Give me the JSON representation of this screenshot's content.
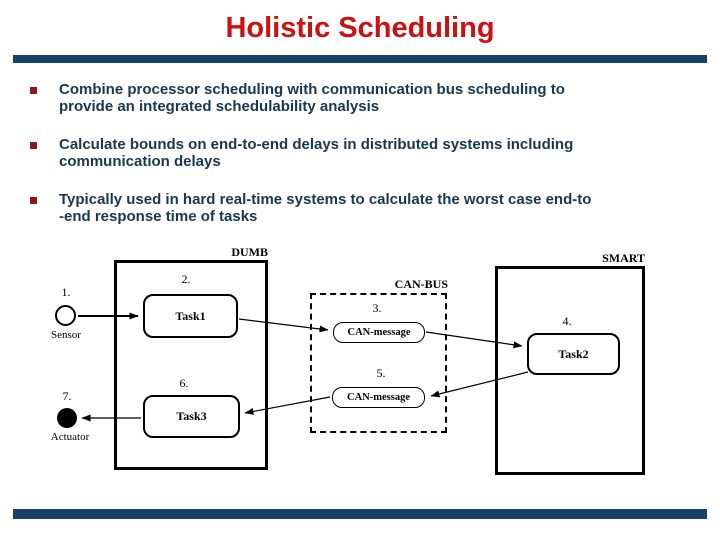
{
  "slide": {
    "title": "Holistic Scheduling",
    "bullets": [
      {
        "line1": "Combine processor scheduling with communication bus scheduling to",
        "line2": "provide an integrated schedulability analysis"
      },
      {
        "line1": "Calculate bounds on end-to-end delays in distributed systems including",
        "line2": "communication delays"
      },
      {
        "line1": "Typically used in hard real-time systems to calculate the worst case end-to",
        "line2": "-end response time of tasks"
      }
    ]
  },
  "diagram": {
    "dumb_label": "DUMB",
    "smart_label": "SMART",
    "canbus_label": "CAN-BUS",
    "sensor": {
      "num": "1.",
      "label": "Sensor"
    },
    "task1": {
      "num": "2.",
      "label": "Task1"
    },
    "canmsg1": {
      "num": "3.",
      "label": "CAN-message"
    },
    "task2": {
      "num": "4.",
      "label": "Task2"
    },
    "canmsg2": {
      "num": "5.",
      "label": "CAN-message"
    },
    "task3": {
      "num": "6.",
      "label": "Task3"
    },
    "actuator": {
      "num": "7.",
      "label": "Actuator"
    }
  },
  "colors": {
    "title_red": "#cc1111",
    "bar_navy": "#17406b",
    "text_navy": "#17384f",
    "bullet_red": "#8e1717"
  }
}
